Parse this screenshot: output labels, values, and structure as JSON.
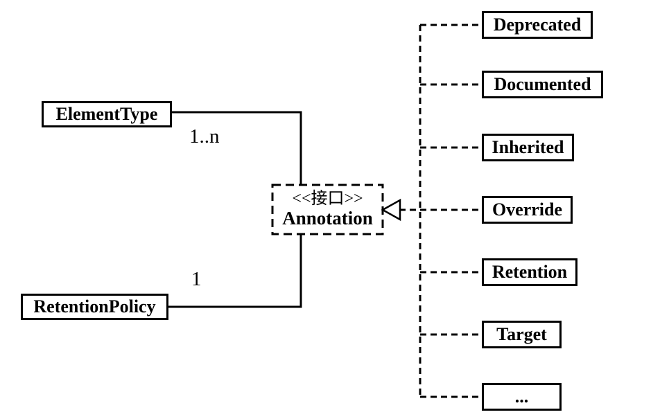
{
  "diagram": {
    "type": "uml-class-diagram",
    "interface_node": {
      "stereotype": "<<接口>>",
      "name": "Annotation"
    },
    "class_nodes": [
      {
        "name": "ElementType"
      },
      {
        "name": "RetentionPolicy"
      }
    ],
    "associations": [
      {
        "from": "ElementType",
        "to": "Annotation",
        "multiplicity": "1..n"
      },
      {
        "from": "RetentionPolicy",
        "to": "Annotation",
        "multiplicity": "1"
      }
    ],
    "implementing_nodes": [
      {
        "name": "Deprecated"
      },
      {
        "name": "Documented"
      },
      {
        "name": "Inherited"
      },
      {
        "name": "Override"
      },
      {
        "name": "Retention"
      },
      {
        "name": "Target"
      },
      {
        "name": "..."
      }
    ],
    "colors": {
      "line": "#000000",
      "background": "#ffffff",
      "text": "#000000"
    }
  }
}
